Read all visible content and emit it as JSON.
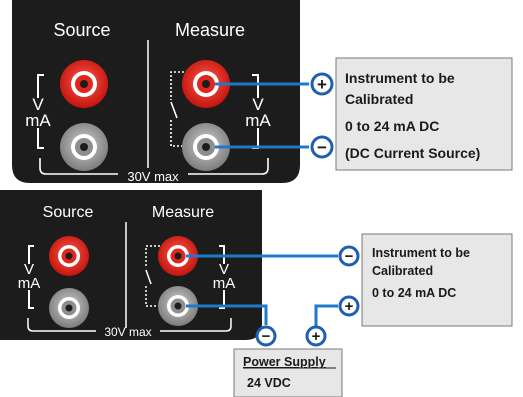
{
  "panels": [
    {
      "source_label": "Source",
      "measure_label": "Measure",
      "source_v": "V",
      "source_ma": "mA",
      "measure_v": "V",
      "measure_ma": "mA",
      "max_label": "30V max"
    },
    {
      "source_label": "Source",
      "measure_label": "Measure",
      "source_v": "V",
      "source_ma": "mA",
      "measure_v": "V",
      "measure_ma": "mA",
      "max_label": "30V max"
    }
  ],
  "instrument_top": {
    "line1": "Instrument to be",
    "line2": "Calibrated",
    "line3": "0 to 24 mA DC",
    "line4": "(DC Current Source)"
  },
  "instrument_bottom": {
    "line1": "Instrument to be",
    "line2": "Calibrated",
    "line3": "0 to 24 mA DC"
  },
  "power_supply": {
    "title": "Power Supply",
    "value": "24 VDC"
  },
  "symbols": {
    "plus": "+",
    "minus": "−"
  },
  "colors": {
    "panel": "#1c1c1c",
    "jack_red": "#e0261e",
    "jack_gray": "#9a9a9a",
    "wire": "#1f78c8",
    "box_fill": "#e7e7e7"
  }
}
